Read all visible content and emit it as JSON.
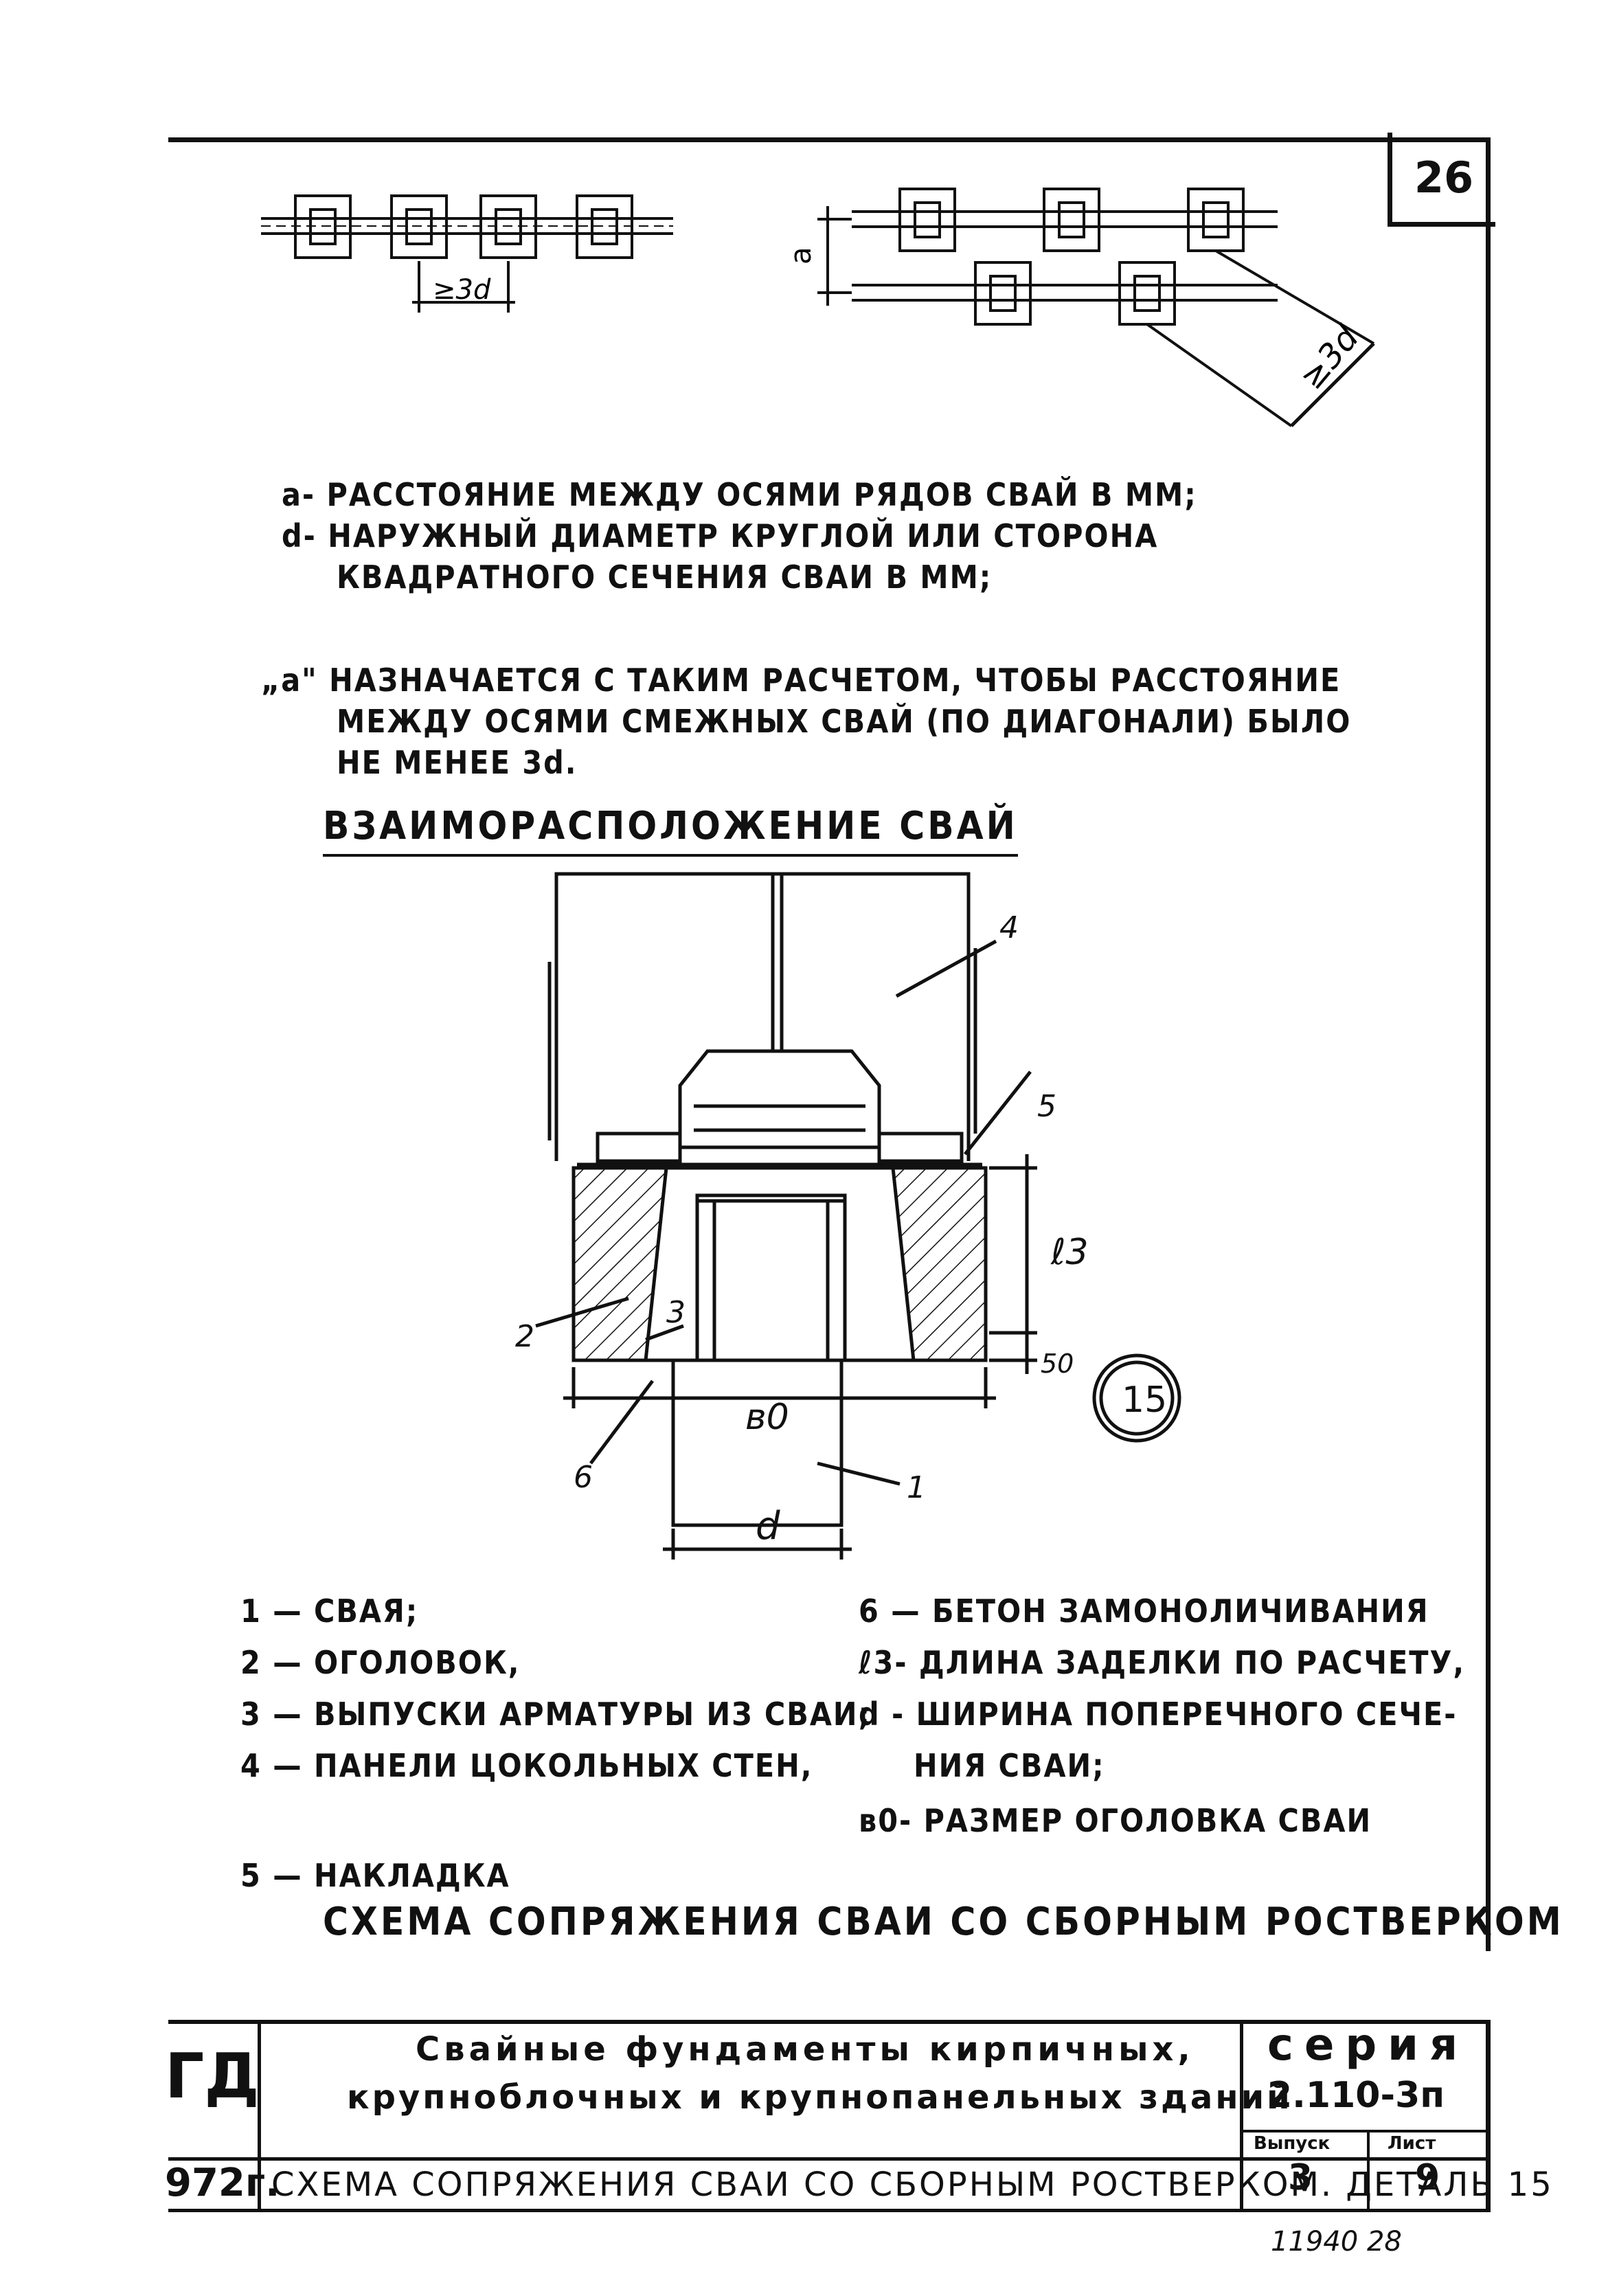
{
  "sheet_number": "26",
  "top_diagrams": {
    "left_dim_label": "≥3d",
    "right_a_label": "a",
    "right_diag_label": "≥3d"
  },
  "notes": {
    "line1": "a- РАССТОЯНИЕ МЕЖДУ ОСЯМИ РЯДОВ СВАЙ В ММ;",
    "line2": "d- НАРУЖНЫЙ ДИАМЕТР КРУГЛОЙ ИЛИ СТОРОНА",
    "line3": "КВАДРАТНОГО СЕЧЕНИЯ СВАИ В ММ;",
    "line4": "„a\" НАЗНАЧАЕТСЯ С ТАКИМ РАСЧЕТОМ, ЧТОБЫ РАССТОЯНИЕ",
    "line5": "МЕЖДУ ОСЯМИ СМЕЖНЫХ СВАЙ (ПО ДИАГОНАЛИ) БЫЛО",
    "line6": "НЕ МЕНЕЕ 3d."
  },
  "heading1": "ВЗАИМОРАСПОЛОЖЕНИЕ СВАЙ",
  "section_labels": {
    "n1": "1",
    "n2": "2",
    "n3": "3",
    "n4": "4",
    "n5": "5",
    "n6": "6",
    "l3": "ℓ3",
    "fifty": "50",
    "b0": "в0",
    "d": "d",
    "detail": "15"
  },
  "legend_left": [
    "1 — СВАЯ;",
    "2 — ОГОЛОВОК,",
    "3 — ВЫПУСКИ АРМАТУРЫ ИЗ СВАИ;",
    "4 — ПАНЕЛИ ЦОКОЛЬНЫХ СТЕН,",
    "5 — НАКЛАДКА"
  ],
  "legend_right": [
    "6 — БЕТОН ЗАМОНОЛИЧИВАНИЯ",
    "ℓ3- ДЛИНА ЗАДЕЛКИ ПО РАСЧЕТУ,",
    "d - ШИРИНА ПОПЕРЕЧНОГО СЕЧЕ-",
    "НИЯ СВАИ;",
    "в0- РАЗМЕР ОГОЛОВКА СВАИ"
  ],
  "heading2": "СХЕМА СОПРЯЖЕНИЯ СВАИ СО СБОРНЫМ РОСТВЕРКОМ",
  "title_block": {
    "org": "ГД",
    "year": "972г.",
    "title_line1": "Свайные фундаменты кирпичных,",
    "title_line2": "крупноблочных и крупнопанельных зданий",
    "subtitle": "СХЕМА СОПРЯЖЕНИЯ СВАИ СО СБОРНЫМ РОСТВЕРКОМ. ДЕТАЛЬ 15",
    "series_label": "серия",
    "series_value": "2.110-3п",
    "issue_label": "Выпуск",
    "issue_value": "3",
    "sheet_label": "Лист",
    "sheet_value": "9"
  },
  "footer_code": "11940 28"
}
